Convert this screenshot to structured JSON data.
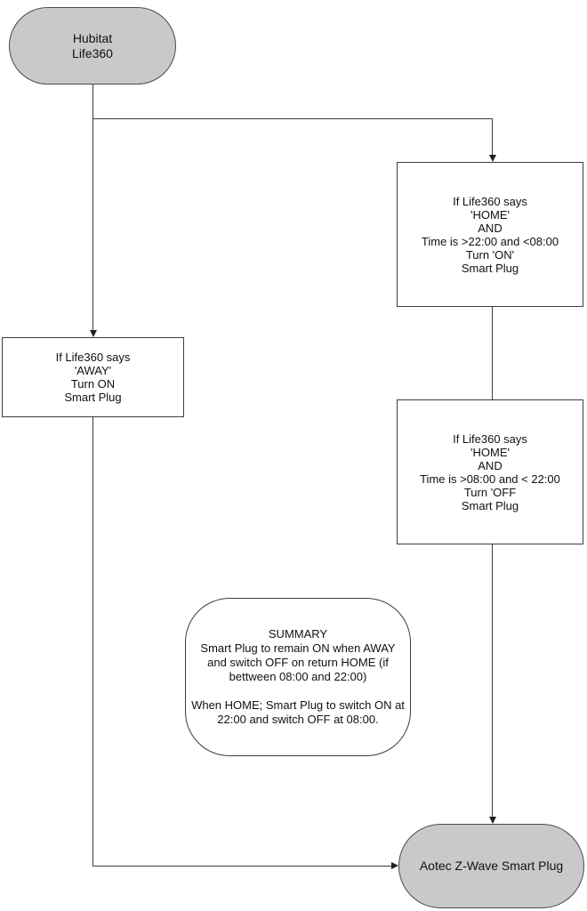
{
  "flowchart": {
    "start_node": {
      "label": "Hubitat\nLife360"
    },
    "condition_home_night": {
      "label": "If Life360 says\n'HOME'\nAND\nTime is >22:00 and <08:00\nTurn 'ON'\nSmart Plug"
    },
    "condition_away": {
      "label": "If Life360 says\n'AWAY'\nTurn ON\nSmart Plug"
    },
    "condition_home_day": {
      "label": "If Life360 says\n'HOME'\nAND\nTime is >08:00 and < 22:00\nTurn 'OFF\nSmart Plug"
    },
    "summary_node": {
      "label": "SUMMARY\nSmart Plug to remain ON when AWAY\nand switch OFF on return HOME (if\nbettween 08:00 and 22:00)\n\nWhen HOME; Smart Plug to switch ON at\n22:00 and switch OFF at 08:00."
    },
    "end_node": {
      "label": "Aotec Z-Wave Smart Plug"
    },
    "colors": {
      "terminal_fill": "#c9c9c9",
      "terminal_border": "#4a4a4a",
      "box_fill": "#ffffff",
      "box_border": "#3d3d3d",
      "connector": "#3d3d3d",
      "text": "#111111",
      "background": "#ffffff"
    }
  }
}
